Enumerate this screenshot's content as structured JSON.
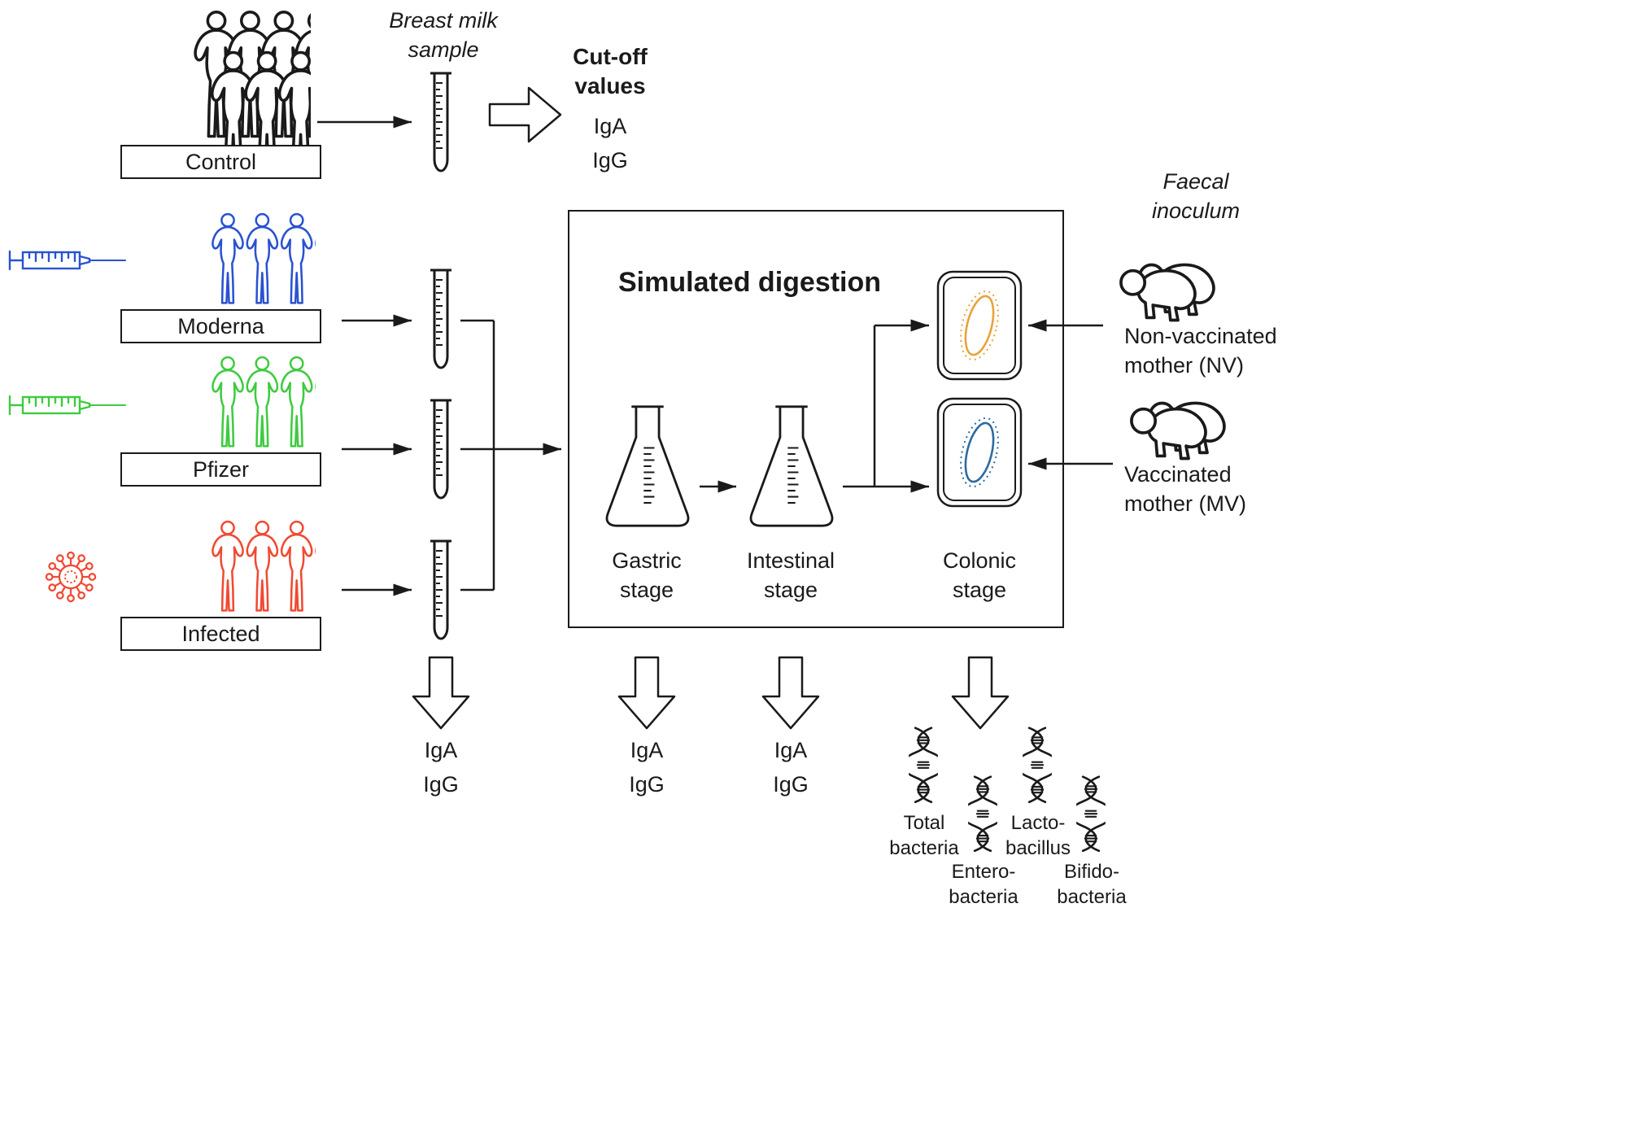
{
  "colors": {
    "control": "#1a1a1a",
    "moderna": "#2a52d0",
    "pfizer": "#3ecb40",
    "infected": "#f04a33",
    "nv_bacteria": "#e8a33c",
    "mv_bacteria": "#2e6aa0"
  },
  "groups": {
    "control": "Control",
    "moderna": "Moderna",
    "pfizer": "Pfizer",
    "infected": "Infected"
  },
  "milk": {
    "label": "Breast milk\nsample"
  },
  "cutoff": {
    "title": "Cut-off\nvalues"
  },
  "antibodies": {
    "iga": "IgA",
    "igg": "IgG"
  },
  "digestion": {
    "title": "Simulated digestion",
    "gastric": "Gastric\nstage",
    "intestinal": "Intestinal\nstage",
    "colonic": "Colonic\nstage"
  },
  "inoculum": {
    "title": "Faecal\ninoculum",
    "nv": "Non-vaccinated\nmother (NV)",
    "mv": "Vaccinated\nmother (MV)"
  },
  "bacteria": {
    "total": "Total\nbacteria",
    "entero": "Entero-\nbacteria",
    "lacto": "Lacto-\nbacillus",
    "bifido": "Bifido-\nbacteria"
  }
}
